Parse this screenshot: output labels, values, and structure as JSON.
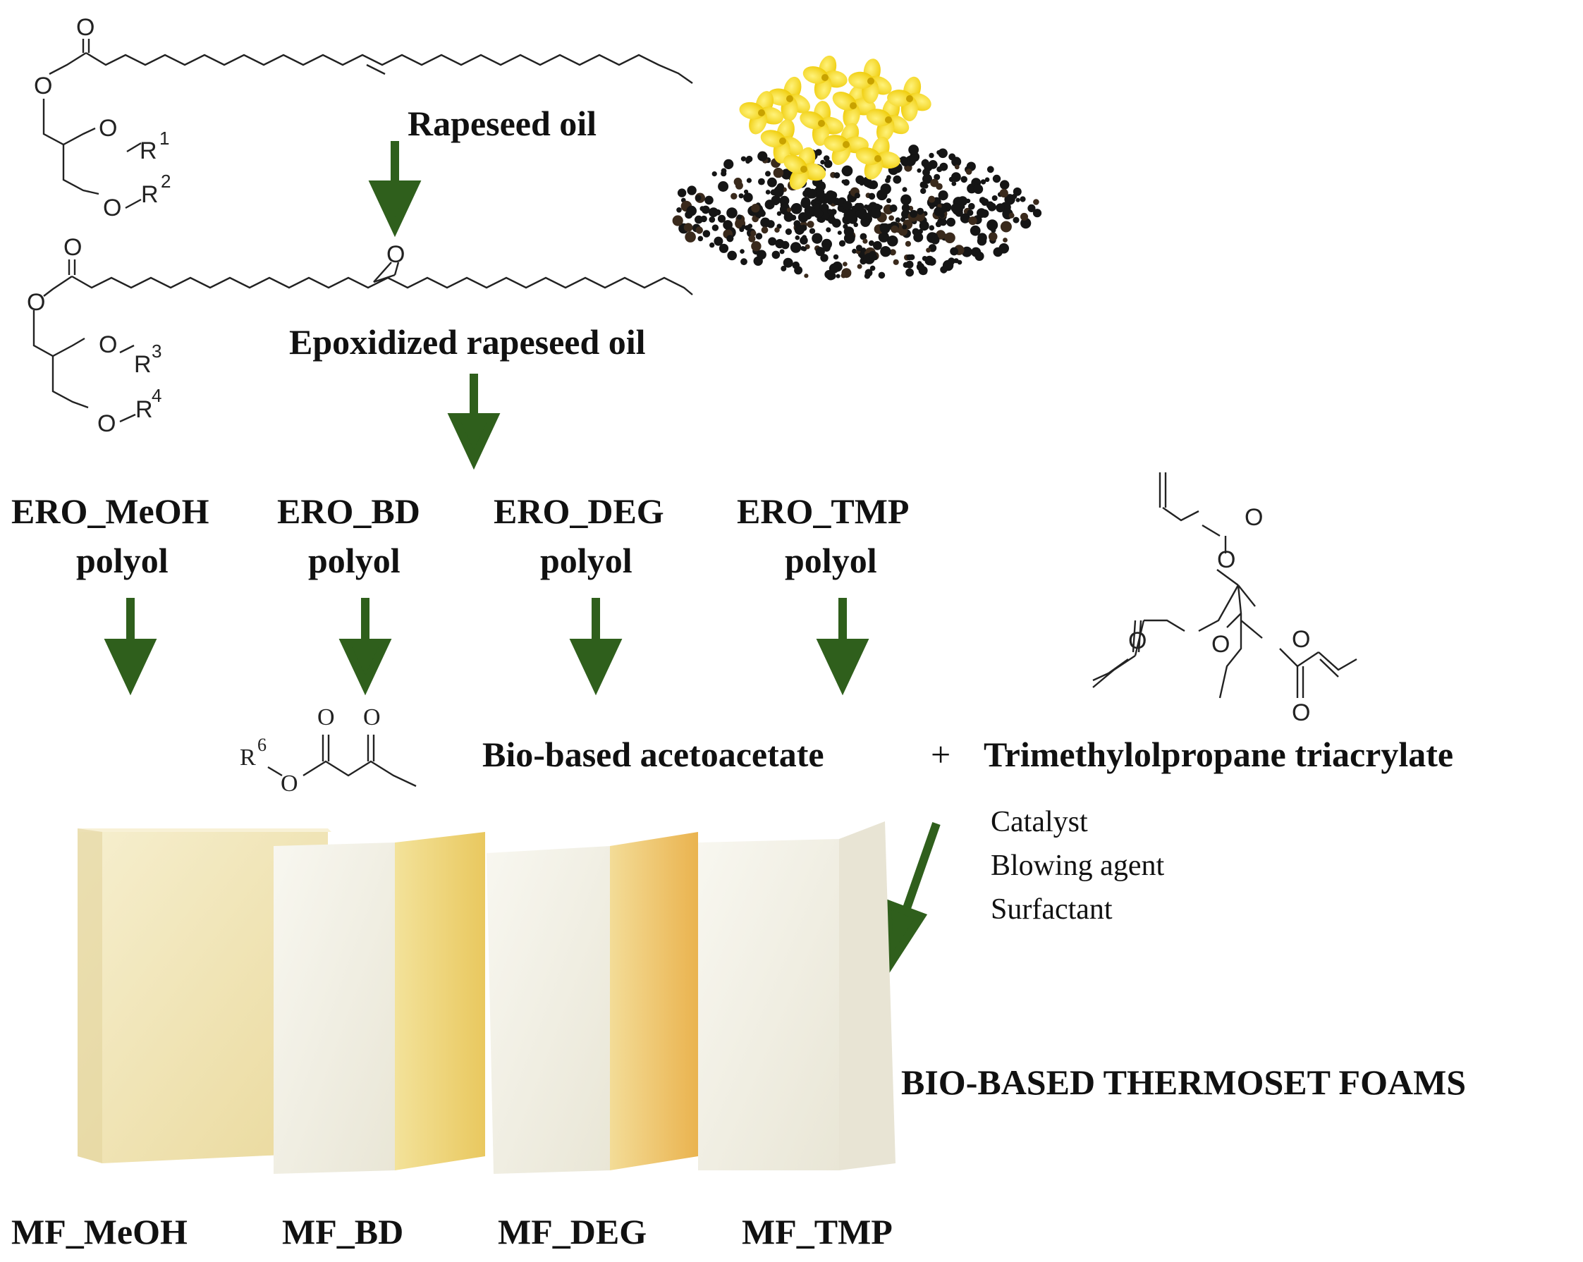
{
  "labels": {
    "rapeseed_oil": "Rapeseed oil",
    "epoxidized_rapeseed_oil": "Epoxidized rapeseed oil",
    "ero_meoh": "ERO_MeOH",
    "ero_bd": "ERO_BD",
    "ero_deg": "ERO_DEG",
    "ero_tmp": "ERO_TMP",
    "polyol": "polyol",
    "bio_based_acetoacetate": "Bio-based acetoacetate",
    "plus": "+",
    "trimethylolpropane_triacrylate": "Trimethylolpropane triacrylate",
    "catalyst": "Catalyst",
    "blowing_agent": "Blowing agent",
    "surfactant": "Surfactant",
    "bio_based_thermoset_foams": "BIO-BASED THERMOSET FOAMS",
    "mf_meoh": "MF_MeOH",
    "mf_bd": "MF_BD",
    "mf_deg": "MF_DEG",
    "mf_tmp": "MF_TMP"
  },
  "atoms": {
    "O": "O",
    "R": "R",
    "r1": "1",
    "r2": "2",
    "r3": "3",
    "r4": "4",
    "r6": "6"
  },
  "colors": {
    "arrow": "#2f5f1c",
    "flower": "#f5d90c",
    "seed": "#151515",
    "foam_warm": "#f1e4b4",
    "foam_pale": "#f3f0e4",
    "foam_orange": "#efc060"
  }
}
